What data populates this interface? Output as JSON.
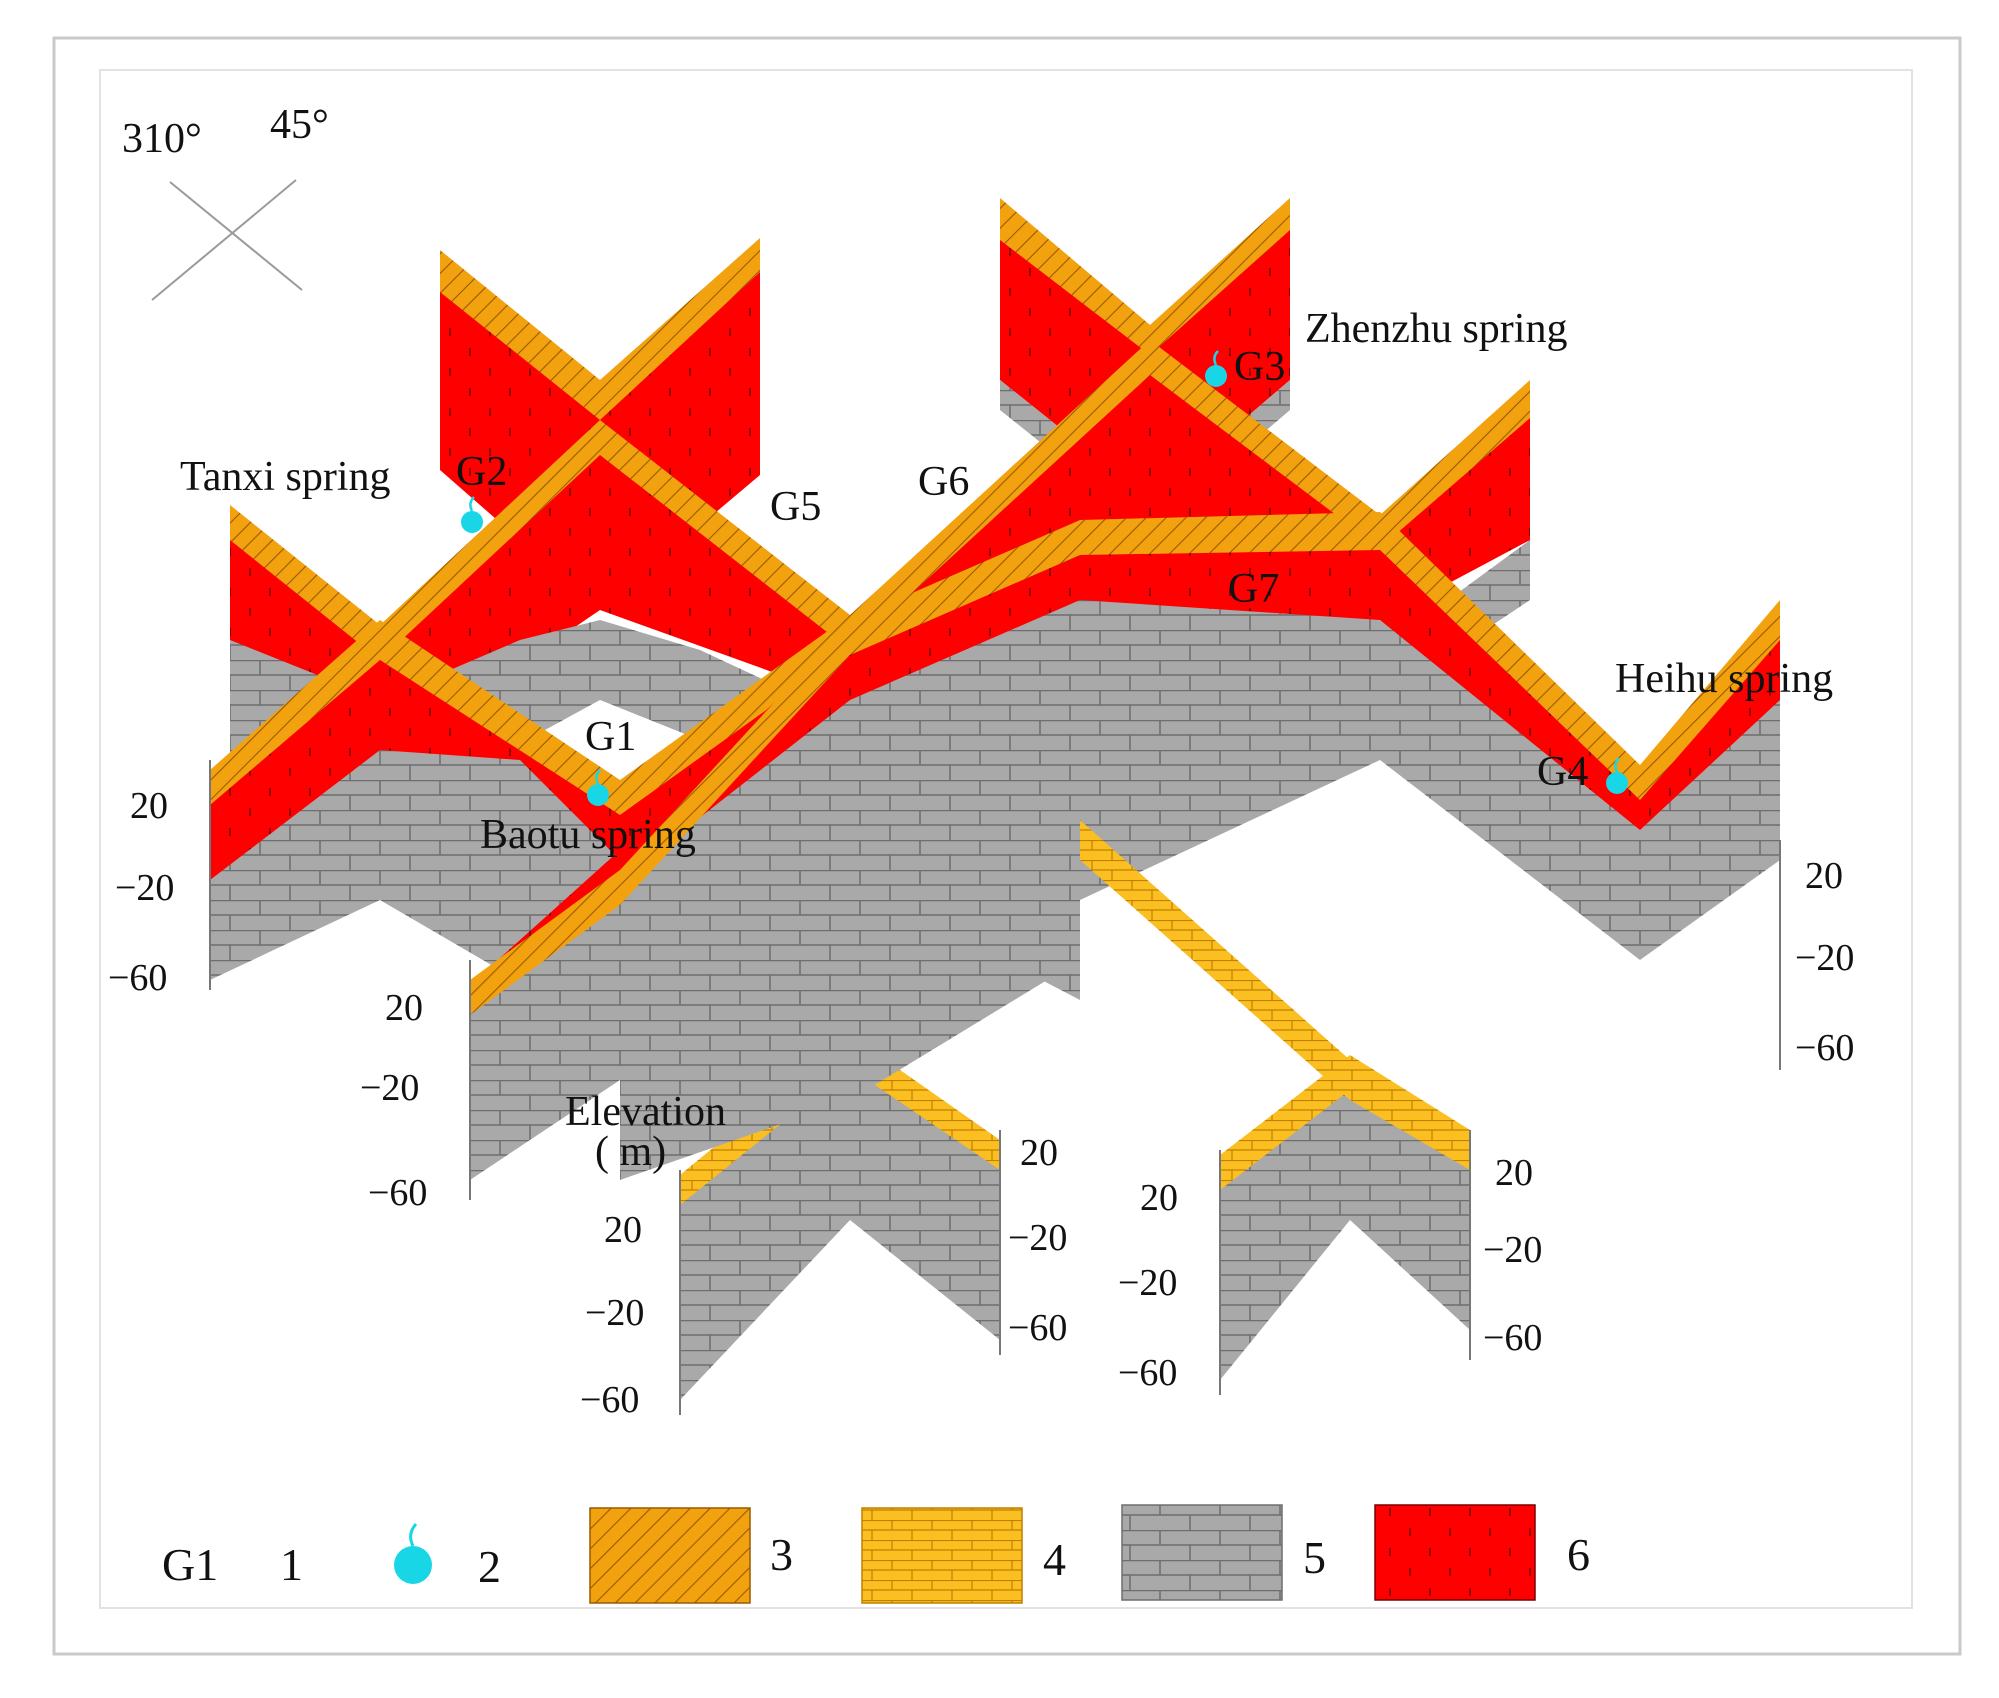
{
  "orientation": {
    "angle_a": "310°",
    "angle_b": "45°"
  },
  "springs": [
    {
      "id": "tanxi",
      "label": "Tanxi spring"
    },
    {
      "id": "zhenzhu",
      "label": "Zhenzhu spring"
    },
    {
      "id": "heihu",
      "label": "Heihu spring"
    },
    {
      "id": "baotu",
      "label": "Baotu spring"
    }
  ],
  "profiles": [
    "G1",
    "G2",
    "G3",
    "G4",
    "G5",
    "G6",
    "G7"
  ],
  "elevation_label": {
    "line1": "Elevation",
    "line2": "( m)"
  },
  "ticks": [
    "20",
    "−20",
    "−60"
  ],
  "legend": [
    {
      "num": "1",
      "sample": "G1",
      "kind": "profile"
    },
    {
      "num": "2",
      "kind": "spring"
    },
    {
      "num": "3",
      "kind": "hatch",
      "color": "#f2a10f"
    },
    {
      "num": "4",
      "kind": "brick-yellow",
      "color": "#fbbf22"
    },
    {
      "num": "5",
      "kind": "brick-gray",
      "color": "#a9a9a9"
    },
    {
      "num": "6",
      "kind": "dotted-red",
      "color": "#ff0000"
    }
  ],
  "colors": {
    "red": "#ff0000",
    "gray": "#a9a9a9",
    "orange": "#f2a10f",
    "yellow": "#fbbf22",
    "cyan": "#19d6e6"
  }
}
